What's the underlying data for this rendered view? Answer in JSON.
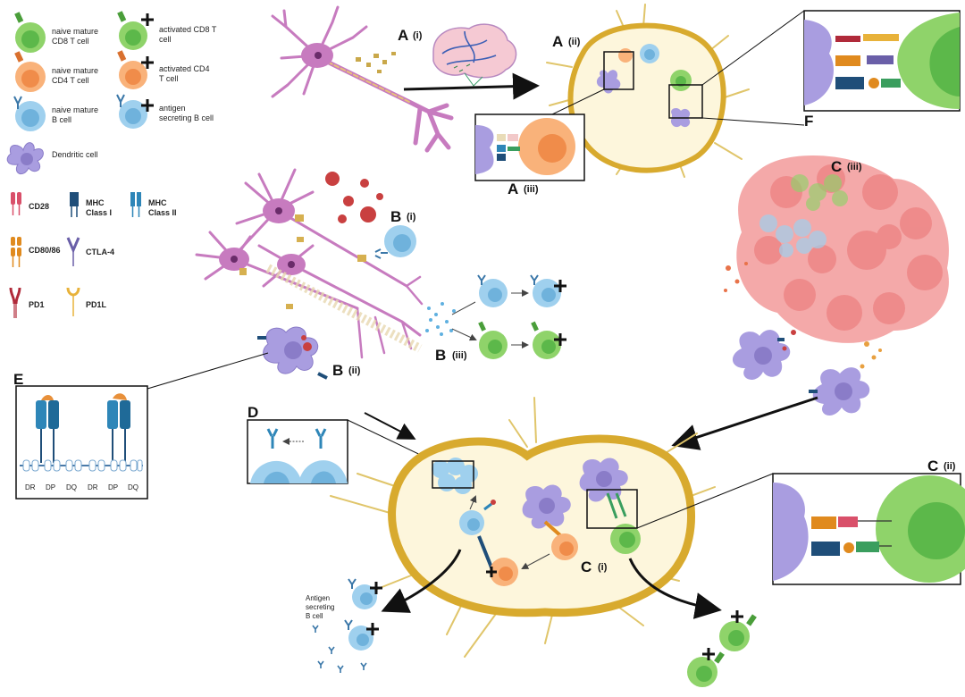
{
  "legend": {
    "cells": [
      {
        "key": "cd8",
        "label_lines": [
          "naive mature",
          "CD8 T cell"
        ],
        "fill": "#8fd36a",
        "core": "#5cb84a"
      },
      {
        "key": "cd4",
        "label_lines": [
          "naive mature",
          "CD4 T cell"
        ],
        "fill": "#f9b27a",
        "core": "#f08c4a"
      },
      {
        "key": "bcell",
        "label_lines": [
          "naive mature",
          "B cell"
        ],
        "fill": "#9fd0ee",
        "core": "#6fb2dc"
      },
      {
        "key": "act_cd8",
        "label_lines": [
          "activated CD8 T",
          "cell"
        ],
        "fill": "#8fd36a",
        "core": "#5cb84a"
      },
      {
        "key": "act_cd4",
        "label_lines": [
          "activated CD4",
          "T cell"
        ],
        "fill": "#f9b27a",
        "core": "#f08c4a"
      },
      {
        "key": "asc",
        "label_lines": [
          "antigen",
          "secreting B cell"
        ],
        "fill": "#9fd0ee",
        "core": "#6fb2dc"
      }
    ],
    "dendritic": "Dendritic cell",
    "molecules": [
      {
        "key": "cd28",
        "label_lines": [
          "CD28"
        ],
        "color": "#d9506a"
      },
      {
        "key": "mhc1",
        "label_lines": [
          "MHC",
          "Class I"
        ],
        "color": "#1f4e79"
      },
      {
        "key": "mhc2",
        "label_lines": [
          "MHC",
          "Class II"
        ],
        "color": "#2e86b8"
      },
      {
        "key": "cd80",
        "label_lines": [
          "CD80/86"
        ],
        "color": "#e08a1e"
      },
      {
        "key": "ctla4",
        "label_lines": [
          "CTLA-4"
        ],
        "color": "#6a5fa8"
      },
      {
        "key": "pd1",
        "label_lines": [
          "PD1"
        ],
        "color": "#b02a3a"
      },
      {
        "key": "pd1l",
        "label_lines": [
          "PD1L"
        ],
        "color": "#e8b23a"
      }
    ]
  },
  "panels": {
    "a_i": {
      "letter": "A",
      "sub": "(i)"
    },
    "a_ii": {
      "letter": "A",
      "sub": "(ii)"
    },
    "a_iii": {
      "letter": "A",
      "sub": "(iii)"
    },
    "b_i": {
      "letter": "B",
      "sub": "(i)"
    },
    "b_ii": {
      "letter": "B",
      "sub": "(ii)"
    },
    "b_iii": {
      "letter": "B",
      "sub": "(iii)"
    },
    "c_i": {
      "letter": "C",
      "sub": "(i)"
    },
    "c_ii": {
      "letter": "C",
      "sub": "(ii)"
    },
    "c_iii": {
      "letter": "C",
      "sub": "(iii)"
    },
    "d": {
      "letter": "D"
    },
    "e": {
      "letter": "E",
      "hla": [
        "DR",
        "DP",
        "DQ",
        "DR",
        "DP",
        "DQ"
      ]
    },
    "f": {
      "letter": "F"
    }
  },
  "asc_label_lines": [
    "Antigen",
    "secreting",
    "B cell"
  ],
  "colors": {
    "neuron": "#c77bbf",
    "node_fill": "#fdf6dc",
    "node_rim": "#d8aa2e",
    "dendritic": "#a99de0",
    "tumor": "#f29a9a"
  }
}
